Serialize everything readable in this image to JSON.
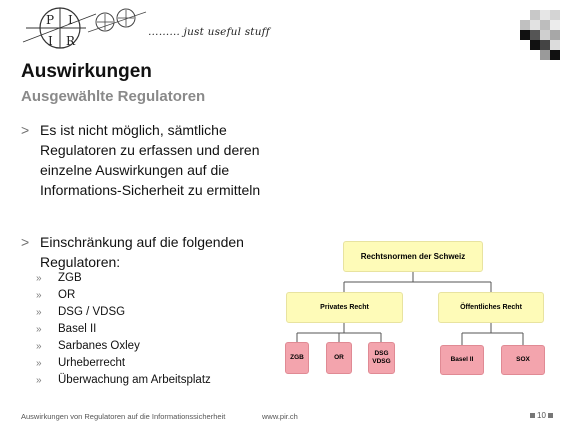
{
  "header": {
    "logo_letters": [
      "P",
      "I",
      "I",
      "R"
    ],
    "tagline": "……… just useful stuff"
  },
  "slide": {
    "title": "Auswirkungen",
    "subtitle": "Ausgewählte Regulatoren",
    "bullets": [
      {
        "marker": ">",
        "text": "Es ist nicht möglich, sämtliche Regulatoren zu erfassen und deren einzelne Auswirkungen auf die Informations-Sicherheit zu ermitteln"
      },
      {
        "marker": ">",
        "text": "Einschränkung auf die folgenden Regulatoren:"
      }
    ],
    "sub_marker": "»",
    "sub_items": [
      "ZGB",
      "OR",
      "DSG / VDSG",
      "Basel II",
      "Sarbanes Oxley",
      "Urheberrecht",
      "Überwachung am Arbeitsplatz"
    ]
  },
  "diagram": {
    "root": "Rechtsnormen der Schweiz",
    "left": {
      "label": "Privates Recht",
      "children": [
        "ZGB",
        "OR",
        "DSG\nVDSG"
      ]
    },
    "right": {
      "label": "Öffentliches Recht",
      "children": [
        "Basel II",
        "SOX"
      ]
    }
  },
  "footer": {
    "caption": "Auswirkungen von Regulatoren auf die Informationssicherheit",
    "url": "www.pir.ch",
    "page": "10"
  },
  "colors": {
    "yellow_box": "#fefbb8",
    "pink_box": "#f3a4ad",
    "subtitle": "#8a8a8a"
  }
}
